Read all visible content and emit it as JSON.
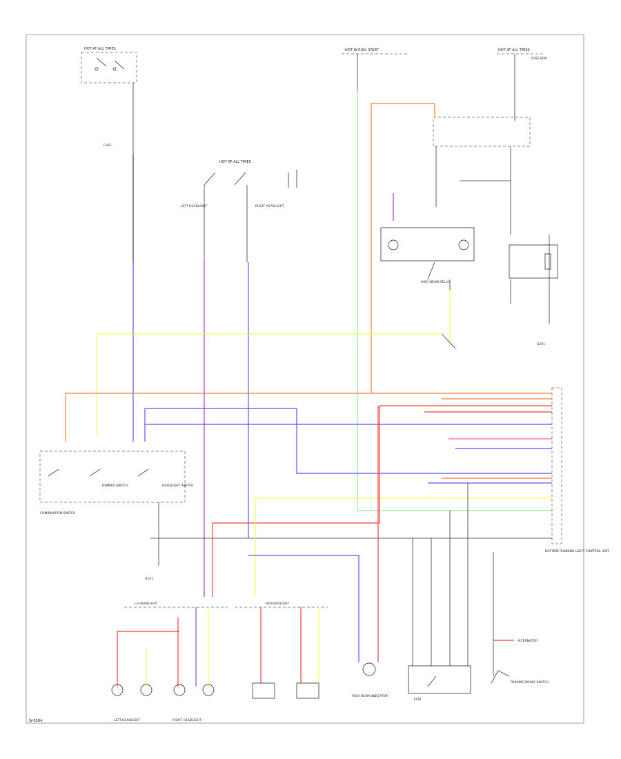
{
  "diagram": {
    "code": "W-8584",
    "colors": {
      "red": "#ff3b3b",
      "orange": "#ff7a30",
      "blue": "#5555ff",
      "yellow": "#ffff55",
      "green": "#8df08d",
      "violet": "#aa33cc",
      "black": "#333333",
      "pink": "#ff5fa0"
    },
    "labels": {
      "hot_all_times_left": "HOT AT ALL TIMES",
      "hot_all_times_mid": "HOT AT ALL TIMES",
      "hot_all_times_right": "HOT AT ALL TIMES",
      "hot_in_run": "HOT IN RUN, START",
      "fuse_box_top_right": "FUSE BOX",
      "fusible_link": "FUSE",
      "headlight_relay_left": "LEFT HEADLIGHT",
      "headlight_relay_right": "RIGHT HEADLIGHT",
      "combination_switch": "COMBINATION SWITCH",
      "headlight_switch": "HEADLIGHT SWITCH",
      "dimmer_switch": "DIMMER SWITCH",
      "ground_left": "G101",
      "ground_right": "G201",
      "lh_headlight": "LH HEADLIGHT",
      "rh_headlight": "RH HEADLIGHT",
      "left_headlight": "LEFT HEADLIGHT",
      "right_headlight": "RIGHT HEADLIGHT",
      "indicator": "HIGH BEAM INDICATOR",
      "hi_beam_relay": "HIGH BEAM RELAY",
      "daytime_unit": "DAYTIME RUNNING LIGHT CONTROL UNIT",
      "parking_brake": "PARKING BRAKE SWITCH",
      "alternator_note": "ALTERNATOR",
      "ecm": "ECM"
    }
  }
}
